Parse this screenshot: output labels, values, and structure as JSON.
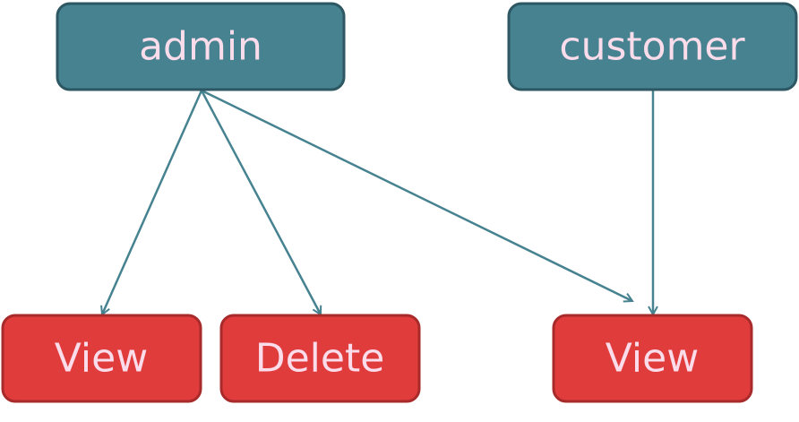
{
  "colors": {
    "role_fill": "#468290",
    "role_stroke": "#2c5763",
    "perm_fill": "#e03c3c",
    "perm_stroke": "#a82a2a",
    "label": "#fadcea",
    "edge": "#468290"
  },
  "roles": [
    {
      "id": "admin",
      "label": "admin"
    },
    {
      "id": "customer",
      "label": "customer"
    }
  ],
  "permissions": [
    {
      "id": "admin-view",
      "label": "View"
    },
    {
      "id": "admin-delete",
      "label": "Delete"
    },
    {
      "id": "customer-view",
      "label": "View"
    }
  ],
  "edges": [
    {
      "from": "admin",
      "to": "admin-view"
    },
    {
      "from": "admin",
      "to": "admin-delete"
    },
    {
      "from": "admin",
      "to": "customer-view"
    },
    {
      "from": "customer",
      "to": "customer-view"
    }
  ]
}
